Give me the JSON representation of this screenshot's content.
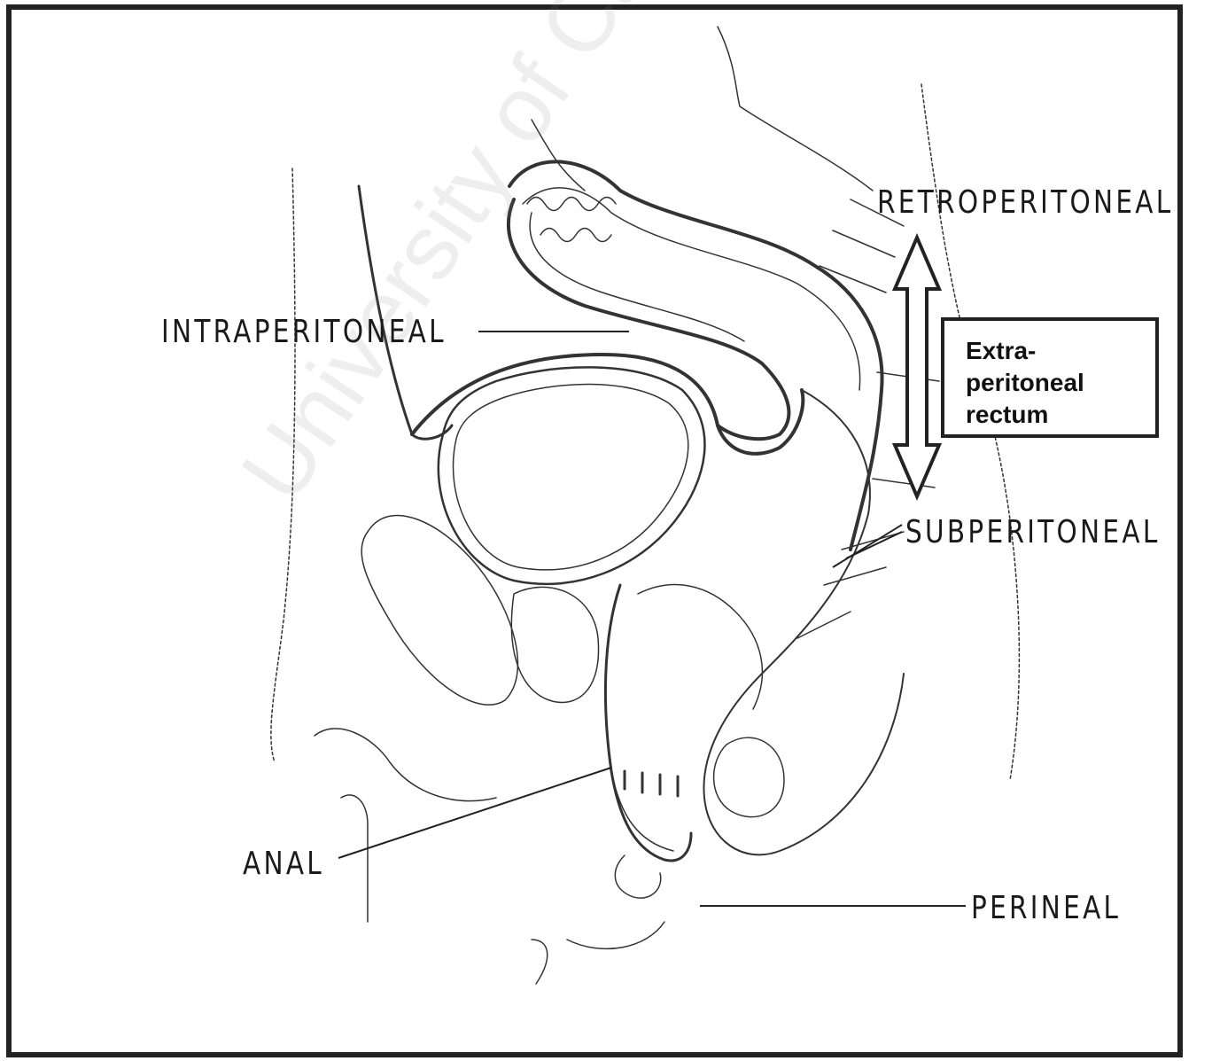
{
  "labels": {
    "retroperitoneal": "RETROPERITONEAL",
    "intraperitoneal": "INTRAPERITONEAL",
    "subperitoneal": "SUBPERITONEAL",
    "anal": "ANAL",
    "perineal": "PERINEAL"
  },
  "box": {
    "line1": "Extra-",
    "line2": "peritoneal",
    "line3": "rectum"
  },
  "watermark": "University of Cape Town"
}
